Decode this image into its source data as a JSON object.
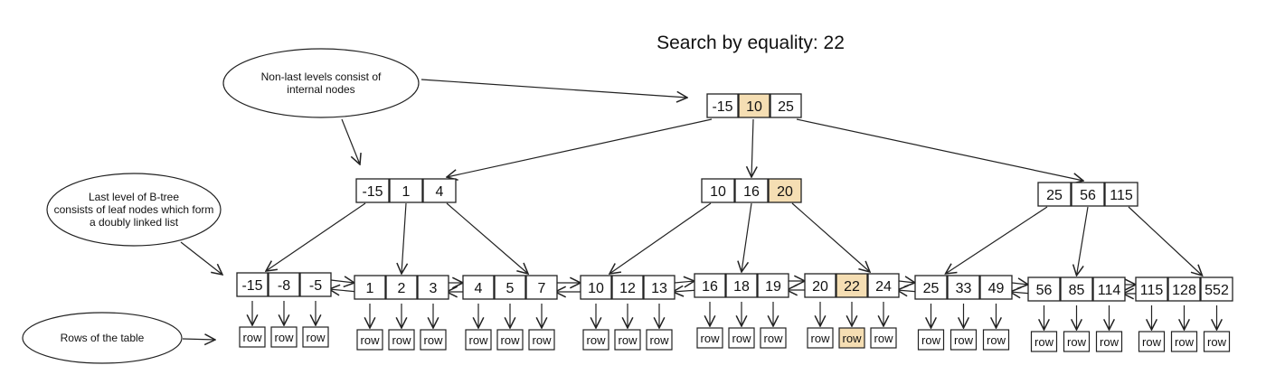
{
  "title": "Search by equality: 22",
  "colors": {
    "highlight": "#f5deb3",
    "stroke": "#222222",
    "background": "#ffffff"
  },
  "annotations": {
    "internal": [
      "Non-last levels consist of",
      "internal nodes"
    ],
    "leaf": [
      "Last level of B-tree",
      "consists of leaf nodes which form",
      "a doubly linked list"
    ],
    "rows": [
      "Rows of the table"
    ]
  },
  "row_label": "row",
  "search_key": "22",
  "root": {
    "keys": [
      "-15",
      "10",
      "25"
    ],
    "highlight_index": 1
  },
  "internal": [
    {
      "keys": [
        "-15",
        "1",
        "4"
      ],
      "highlight_index": -1
    },
    {
      "keys": [
        "10",
        "16",
        "20"
      ],
      "highlight_index": 2
    },
    {
      "keys": [
        "25",
        "56",
        "115"
      ],
      "highlight_index": -1
    }
  ],
  "leaves": [
    {
      "keys": [
        "-15",
        "-8",
        "-5"
      ],
      "highlight_index": -1
    },
    {
      "keys": [
        "1",
        "2",
        "3"
      ],
      "highlight_index": -1
    },
    {
      "keys": [
        "4",
        "5",
        "7"
      ],
      "highlight_index": -1
    },
    {
      "keys": [
        "10",
        "12",
        "13"
      ],
      "highlight_index": -1
    },
    {
      "keys": [
        "16",
        "18",
        "19"
      ],
      "highlight_index": -1
    },
    {
      "keys": [
        "20",
        "22",
        "24"
      ],
      "highlight_index": 1
    },
    {
      "keys": [
        "25",
        "33",
        "49"
      ],
      "highlight_index": -1
    },
    {
      "keys": [
        "56",
        "85",
        "114"
      ],
      "highlight_index": -1
    },
    {
      "keys": [
        "115",
        "128",
        "552"
      ],
      "highlight_index": -1
    }
  ]
}
